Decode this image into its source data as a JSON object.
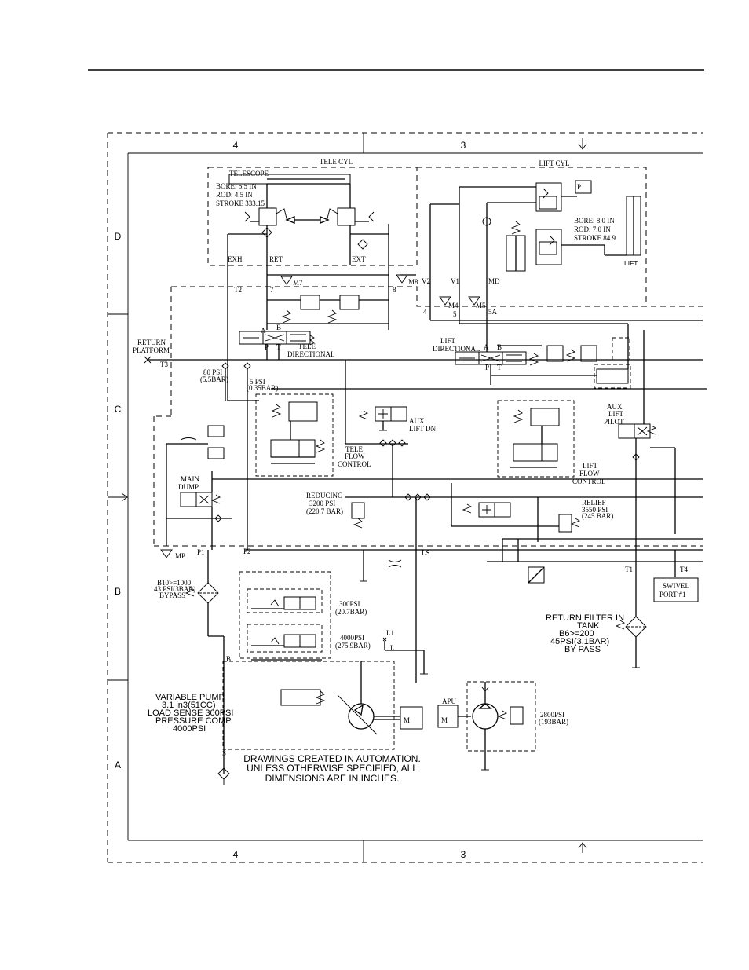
{
  "border": {
    "zones_top": [
      "4",
      "3"
    ],
    "zones_bottom": [
      "4",
      "3"
    ],
    "rows": [
      "D",
      "C",
      "B",
      "A"
    ]
  },
  "sections": {
    "tele_cyl": "TELE CYL",
    "lift_cyl": "LIFT  CYL"
  },
  "telescope": {
    "name": "TELESCOPE",
    "bore": "BORE: 5.5 IN",
    "rod": "ROD: 4.5 IN",
    "stroke": "STROKE 333.15"
  },
  "lift": {
    "bore": "BORE: 8.0 IN",
    "rod": "ROD: 7.0 IN",
    "stroke": "STROKE 84.9",
    "name": "LIFT"
  },
  "ports": {
    "exh": "EXH",
    "ret": "RET",
    "ext": "EXT",
    "v2": "V2",
    "v1": "V1",
    "md": "MD",
    "t2": "T2",
    "m7": "M7",
    "m8": "M8",
    "n7": "7",
    "n8": "8",
    "n4": "4",
    "m4": "M4",
    "m5": "M5",
    "n5": "5",
    "n5a": "5A",
    "t3": "T3",
    "p1": "P1",
    "p2": "P2",
    "ls": "LS",
    "mp": "MP",
    "t1": "T1",
    "t4": "T4",
    "l1": "L1",
    "l": "L",
    "b": "B",
    "s": "S",
    "a": "A",
    "bb": "B",
    "p": "P",
    "t": "T"
  },
  "labels": {
    "return_platform": [
      "RETURN",
      "PLATFORM"
    ],
    "tele_directional": [
      "TELE",
      "DIRECTIONAL"
    ],
    "lift_directional": [
      "LIFT",
      "DIRECTIONAL"
    ],
    "psi80": "80 PSI",
    "bar55": "(5.5BAR)",
    "psi5": "5 PSI",
    "bar035": "(0.35BAR)",
    "aux_lift_dn": [
      "AUX",
      "LIFT DN"
    ],
    "aux_lift_pilot": [
      "AUX",
      "LIFT",
      "PILOT"
    ],
    "tele_flow": [
      "TELE",
      "FLOW",
      "CONTROL"
    ],
    "lift_flow": [
      "LIFT",
      "FLOW",
      "CONTROL"
    ],
    "main_dump": [
      "MAIN",
      "DUMP"
    ],
    "reducing": [
      "REDUCING",
      "3200 PSI",
      "(220.7 BAR)"
    ],
    "relief": [
      "RELIEF",
      "3550 PSI",
      "(245 BAR)"
    ],
    "swivel": [
      "SWIVEL",
      "PORT #1"
    ],
    "bypass_filter": [
      "B10>=1000",
      "43 PSI(3BAR)",
      "BYPASS"
    ],
    "psi300": [
      "300PSI",
      "(20.7BAR)"
    ],
    "psi4000": [
      "4000PSI",
      "(275.9BAR)"
    ],
    "return_filter": [
      "RETURN FILTER IN",
      "TANK",
      "B6>=200",
      "45PSI(3.1BAR)",
      "BY PASS"
    ],
    "variable_pump": [
      "VARIABLE PUMP",
      "3.1 in3(51CC)",
      "LOAD SENSE 300PSI",
      "PRESSURE COMP",
      "4000PSI"
    ],
    "apu": "APU",
    "psi2800": [
      "2800PSI",
      "(193BAR)"
    ],
    "notes": [
      "DRAWINGS CREATED IN AUTOMATION.",
      "UNLESS OTHERWISE SPECIFIED, ALL",
      "DIMENSIONS ARE IN INCHES."
    ],
    "motor_m": "M",
    "sensor_p": "P"
  }
}
